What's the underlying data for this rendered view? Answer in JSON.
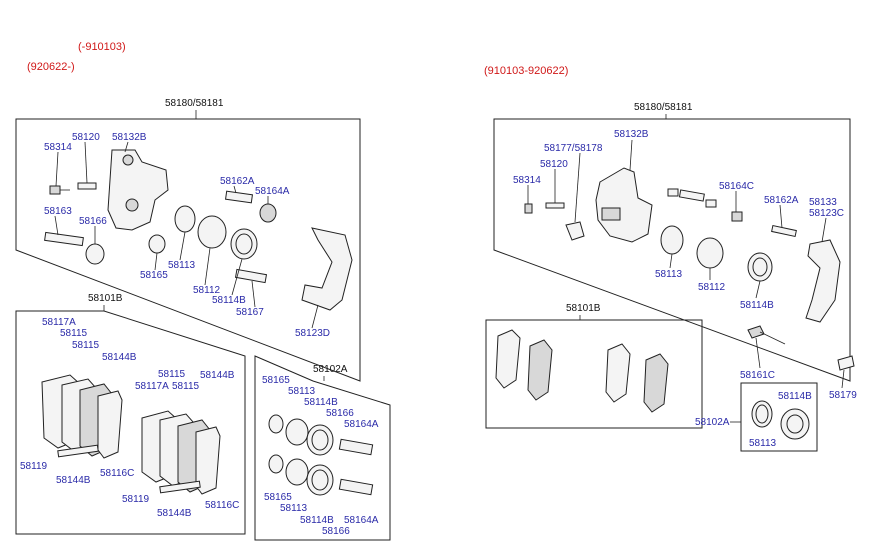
{
  "ranges": {
    "left_top": "(-910103)",
    "left_bottom": "(920622-)",
    "right": "(910103-920622)"
  },
  "left_assembly": {
    "title": "58180/58181",
    "parts": [
      "58314",
      "58120",
      "58132B",
      "58163",
      "58166",
      "58165",
      "58113",
      "58112",
      "58162A",
      "58164A",
      "58114B",
      "58167",
      "58123D"
    ]
  },
  "left_pads": {
    "title": "58101B",
    "parts": [
      "58117A",
      "58115",
      "58115",
      "58144B",
      "58115",
      "58117A",
      "58115",
      "58144B",
      "58119",
      "58144B",
      "58116C",
      "58119",
      "58144B",
      "58116C"
    ]
  },
  "left_kit": {
    "title": "58102A",
    "parts": [
      "58165",
      "58113",
      "58114B",
      "58166",
      "58164A",
      "58165",
      "58113",
      "58114B",
      "58164A",
      "58166"
    ]
  },
  "right_assembly": {
    "title": "58180/58181",
    "parts": [
      "58177/58178",
      "58132B",
      "58120",
      "58314",
      "58164C",
      "58162A",
      "58133",
      "58123C",
      "58113",
      "58112",
      "58114B",
      "58161C",
      "58179"
    ]
  },
  "right_pads": {
    "title": "58101B"
  },
  "right_kit": {
    "title": "58102A",
    "parts": [
      "58114B",
      "58113"
    ]
  },
  "colors": {
    "range_text": "#d01818",
    "part_text": "#2a2aa8",
    "line": "#222222"
  }
}
